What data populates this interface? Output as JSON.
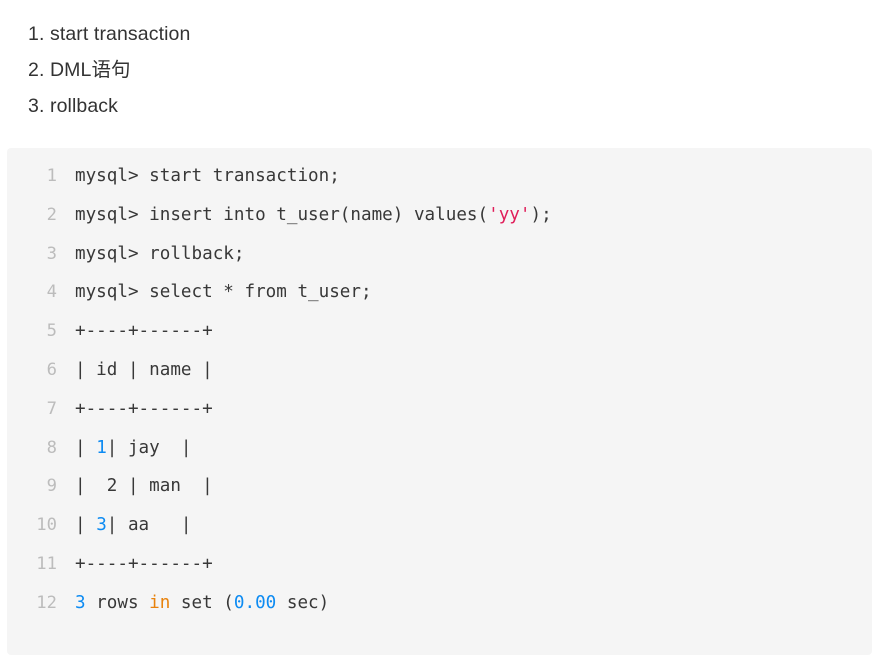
{
  "colors": {
    "page_background": "#ffffff",
    "code_background": "#f5f5f5",
    "text": "#333333",
    "code_text": "#383838",
    "line_number": "#bcbcbc",
    "string_token": "#e01e5a",
    "number_token": "#0d8bf2",
    "keyword_token": "#e8820c"
  },
  "steps": [
    {
      "label": "1. start transaction"
    },
    {
      "label": "2. DML语句"
    },
    {
      "label": "3. rollback"
    }
  ],
  "code_block": {
    "language": "sql-console",
    "lines": [
      {
        "number": "1",
        "text": "mysql> start transaction;",
        "tokens": [
          {
            "t": "mysql> start transaction;",
            "c": "plain"
          }
        ]
      },
      {
        "number": "2",
        "text": "mysql> insert into t_user(name) values('yy');",
        "tokens": [
          {
            "t": "mysql> insert into t_user(name) values(",
            "c": "plain"
          },
          {
            "t": "'yy'",
            "c": "str"
          },
          {
            "t": ");",
            "c": "plain"
          }
        ]
      },
      {
        "number": "3",
        "text": "mysql> rollback;",
        "tokens": [
          {
            "t": "mysql> rollback;",
            "c": "plain"
          }
        ]
      },
      {
        "number": "4",
        "text": "mysql> select * from t_user;",
        "tokens": [
          {
            "t": "mysql> select * from t_user;",
            "c": "plain"
          }
        ]
      },
      {
        "number": "5",
        "text": "+----+------+",
        "tokens": [
          {
            "t": "+----+------+",
            "c": "plain"
          }
        ]
      },
      {
        "number": "6",
        "text": "| id | name |",
        "tokens": [
          {
            "t": "| id | name |",
            "c": "plain"
          }
        ]
      },
      {
        "number": "7",
        "text": "+----+------+",
        "tokens": [
          {
            "t": "+----+------+",
            "c": "plain"
          }
        ]
      },
      {
        "number": "8",
        "text": "| 1| jay  |",
        "tokens": [
          {
            "t": "| ",
            "c": "plain"
          },
          {
            "t": "1",
            "c": "num"
          },
          {
            "t": "| jay  |",
            "c": "plain"
          }
        ]
      },
      {
        "number": "9",
        "text": "|  2 | man  |",
        "tokens": [
          {
            "t": "|  2 | man  |",
            "c": "plain"
          }
        ]
      },
      {
        "number": "10",
        "text": "| 3| aa   |",
        "tokens": [
          {
            "t": "| ",
            "c": "plain"
          },
          {
            "t": "3",
            "c": "num"
          },
          {
            "t": "| aa   |",
            "c": "plain"
          }
        ]
      },
      {
        "number": "11",
        "text": "+----+------+",
        "tokens": [
          {
            "t": "+----+------+",
            "c": "plain"
          }
        ]
      },
      {
        "number": "12",
        "text": "3 rows in set (0.00 sec)",
        "tokens": [
          {
            "t": "3",
            "c": "num"
          },
          {
            "t": " rows ",
            "c": "plain"
          },
          {
            "t": "in",
            "c": "kw"
          },
          {
            "t": " set (",
            "c": "plain"
          },
          {
            "t": "0.00",
            "c": "num"
          },
          {
            "t": " sec)",
            "c": "plain"
          }
        ]
      }
    ],
    "result_table": {
      "columns": [
        "id",
        "name"
      ],
      "rows": [
        {
          "id": "1",
          "name": "jay"
        },
        {
          "id": "2",
          "name": "man"
        },
        {
          "id": "3",
          "name": "aa"
        }
      ],
      "footer": "3 rows in set (0.00 sec)"
    }
  }
}
